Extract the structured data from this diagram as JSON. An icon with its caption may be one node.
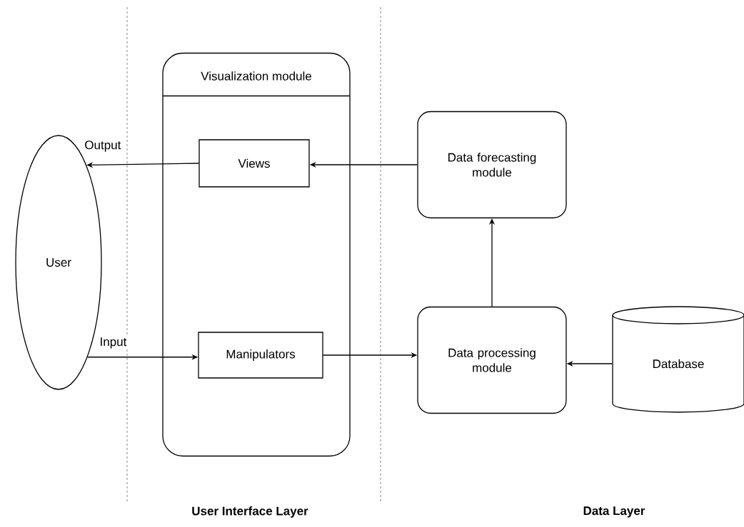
{
  "diagram": {
    "nodes": [
      {
        "text": [
          "Visualization module"
        ]
      },
      {
        "text": [
          "Views"
        ],
        "in": 0
      },
      {
        "text": [
          "Manipulators"
        ],
        "in": 0
      },
      {
        "text": [
          "User"
        ]
      },
      {
        "text": [
          "Data forecasting module"
        ]
      },
      {
        "text": [
          "Data processing module"
        ]
      },
      {
        "text": [
          "Database"
        ]
      }
    ],
    "edges": [
      {
        "from": 4,
        "to": 1,
        "arrow": "to"
      },
      {
        "from": 1,
        "to": 3,
        "arrow": "to",
        "label": "Output"
      },
      {
        "from": 3,
        "to": 2,
        "arrow": "to",
        "label": "Input"
      },
      {
        "from": 2,
        "to": 5,
        "arrow": "to"
      },
      {
        "from": 5,
        "to": 4,
        "arrow": "to"
      },
      {
        "from": 6,
        "to": 5,
        "arrow": "to"
      }
    ],
    "labels": [
      "User Interface Layer",
      "Data Layer"
    ]
  }
}
